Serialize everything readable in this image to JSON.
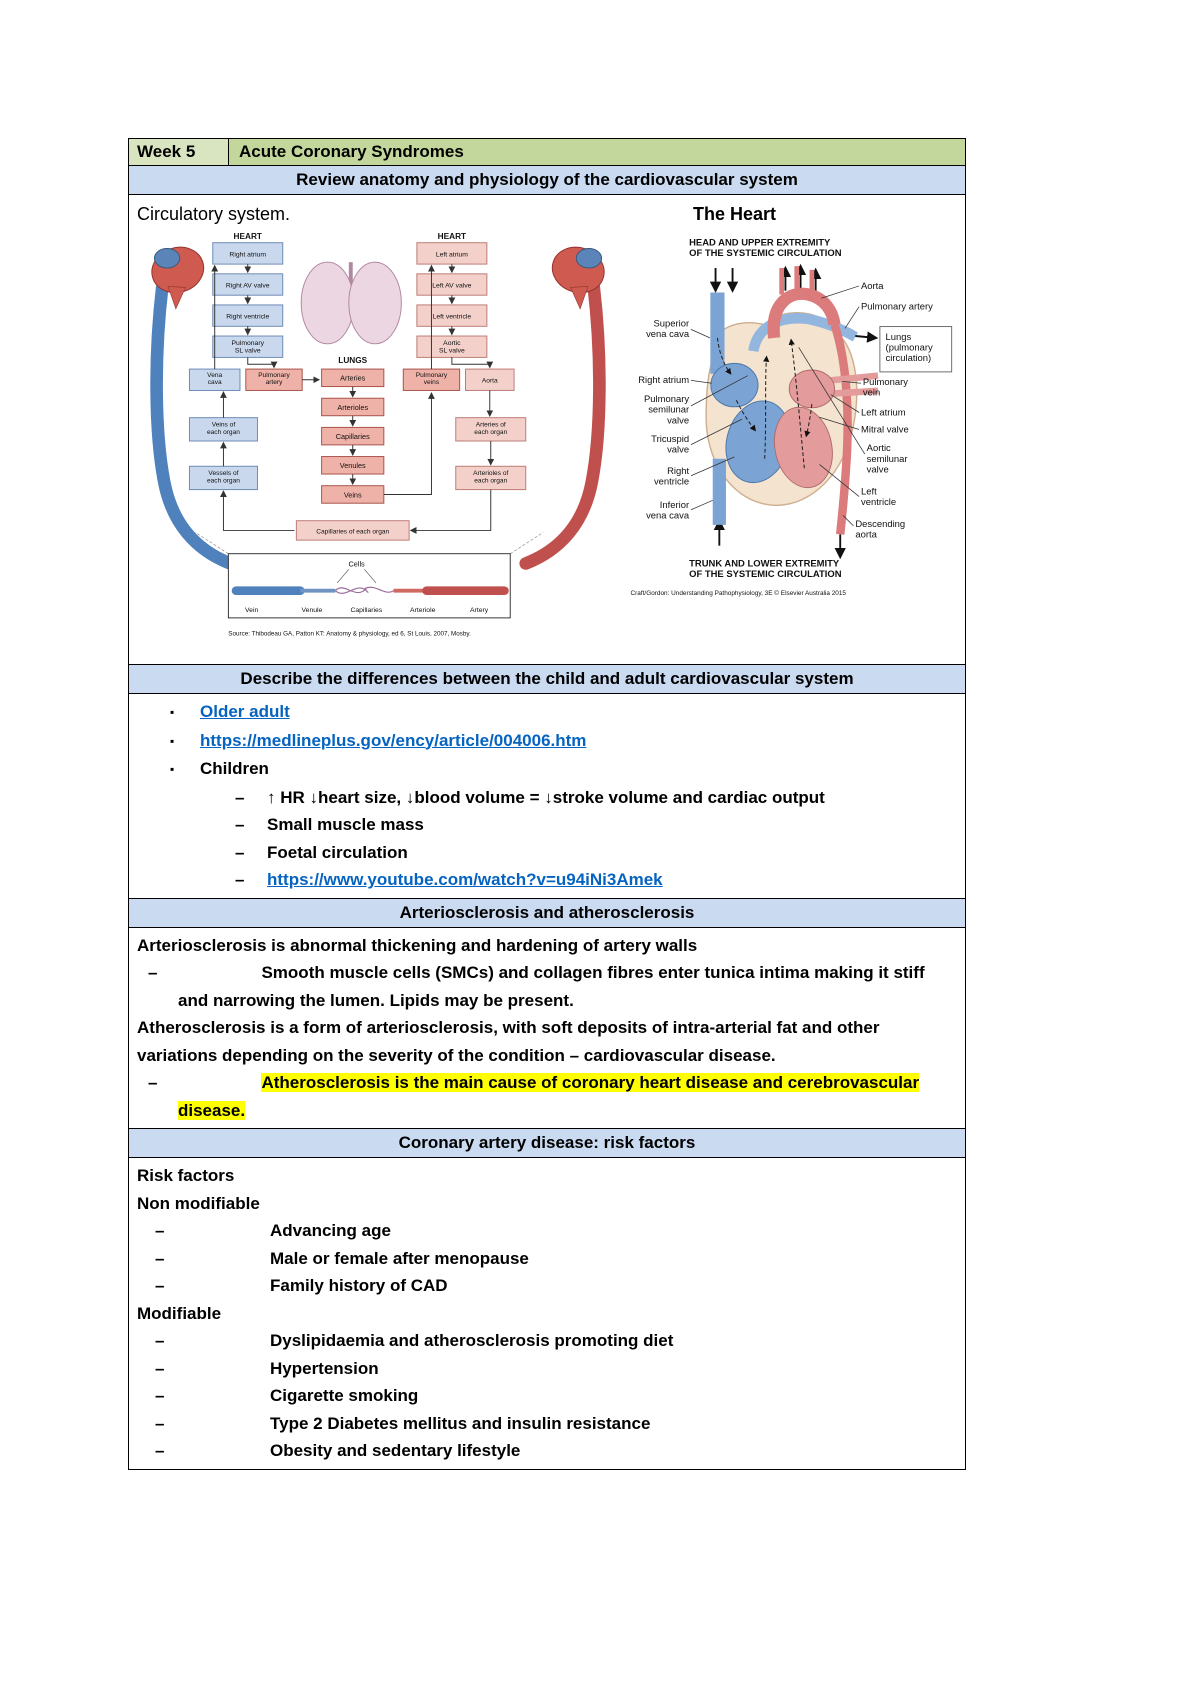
{
  "doc": {
    "week_label": "Week 5",
    "title": "Acute Coronary Syndromes"
  },
  "anatomy": {
    "heading": "Review anatomy and physiology of the cardiovascular system",
    "left_caption": "Circulatory system.",
    "right_caption": "The Heart",
    "circulatory": {
      "heart_label": "HEART",
      "lungs_label": "LUNGS",
      "right_heart": [
        "Right atrium",
        "Right AV valve",
        "Right ventricle",
        [
          "Pulmonary",
          "SL valve"
        ]
      ],
      "left_heart": [
        "Left atrium",
        "Left AV valve",
        "Left ventricle",
        [
          "Aortic",
          "SL valve"
        ]
      ],
      "lung_chain": [
        "Arteries",
        "Arterioles",
        "Capillaries",
        "Venules",
        "Veins"
      ],
      "vena_cava": [
        "Vena",
        "cava"
      ],
      "pulmonary_artery": [
        "Pulmonary",
        "artery"
      ],
      "pulmonary_veins": [
        "Pulmonary",
        "veins"
      ],
      "aorta": "Aorta",
      "veins_of_each_organ": [
        "Veins of",
        "each organ"
      ],
      "vessels_of_each_organ": [
        "Vessels of",
        "each organ"
      ],
      "arteries_of_each_organ": [
        "Arteries of",
        "each organ"
      ],
      "arterioles_of_each_organ": [
        "Arterioles of",
        "each organ"
      ],
      "capillaries_of_each_organ": "Capillaries of each organ",
      "cells_label": "Cells",
      "inset_labels": [
        "Vein",
        "Venule",
        "Capillaries",
        "Arteriole",
        "Artery"
      ],
      "source": "Source: Thibodeau GA, Patton KT: Anatomy & physiology, ed 6, St Louis, 2007, Mosby."
    },
    "heart_diagram": {
      "top_label": [
        "HEAD AND UPPER EXTREMITY",
        "OF THE SYSTEMIC CIRCULATION"
      ],
      "bottom_label": [
        "TRUNK AND LOWER EXTREMITY",
        "OF THE SYSTEMIC CIRCULATION"
      ],
      "superior_vena_cava": [
        "Superior",
        "vena cava"
      ],
      "right_atrium": "Right atrium",
      "pulmonary_semilunar_valve": [
        "Pulmonary",
        "semilunar",
        "valve"
      ],
      "tricuspid_valve": [
        "Tricuspid",
        "valve"
      ],
      "right_ventricle": [
        "Right",
        "ventricle"
      ],
      "inferior_vena_cava": [
        "Inferior",
        "vena cava"
      ],
      "aorta": "Aorta",
      "pulmonary_artery": "Pulmonary artery",
      "lungs_box": [
        "Lungs",
        "(pulmonary",
        "circulation)"
      ],
      "pulmonary_vein": [
        "Pulmonary",
        "vein"
      ],
      "left_atrium": "Left atrium",
      "mitral_valve": "Mitral valve",
      "aortic_semilunar_valve": [
        "Aortic",
        "semilunar",
        "valve"
      ],
      "left_ventricle": [
        "Left",
        "ventricle"
      ],
      "descending_aorta": [
        "Descending",
        "aorta"
      ],
      "credit": "Craft/Gordon: Understanding Pathophysiology, 3E © Elsevier Australia 2015"
    }
  },
  "differences": {
    "heading": "Describe the differences between the child and adult cardiovascular system",
    "older_adult": "Older adult",
    "medline_link": "https://medlineplus.gov/ency/article/004006.htm",
    "children": "Children",
    "sub1": "↑ HR ↓heart size, ↓blood volume = ↓stroke volume and cardiac output",
    "sub2": "Small muscle mass",
    "sub3": "Foetal circulation",
    "youtube_link": "https://www.youtube.com/watch?v=u94iNi3Amek"
  },
  "sclerosis": {
    "heading": "Arteriosclerosis and atherosclerosis",
    "p1": "Arteriosclerosis is abnormal thickening and hardening of artery walls",
    "d1": "Smooth muscle cells (SMCs) and collagen fibres enter tunica intima making it stiff and narrowing the lumen. Lipids may be present.",
    "p2": "Atherosclerosis is a form of arteriosclerosis, with soft deposits of intra-arterial fat and other variations depending on the severity of the condition – cardiovascular disease.",
    "d2": "Atherosclerosis is the main cause of coronary heart disease and cerebrovascular disease."
  },
  "risk": {
    "heading": "Coronary artery disease: risk factors",
    "title": "Risk factors",
    "non_modifiable_label": "Non modifiable",
    "non_modifiable": [
      "Advancing age",
      "Male or female after menopause",
      "Family history of CAD"
    ],
    "modifiable_label": "Modifiable",
    "modifiable": [
      "Dyslipidaemia and atherosclerosis promoting diet",
      "Hypertension",
      "Cigarette smoking",
      "Type 2 Diabetes mellitus and insulin resistance",
      "Obesity and sedentary lifestyle"
    ]
  }
}
